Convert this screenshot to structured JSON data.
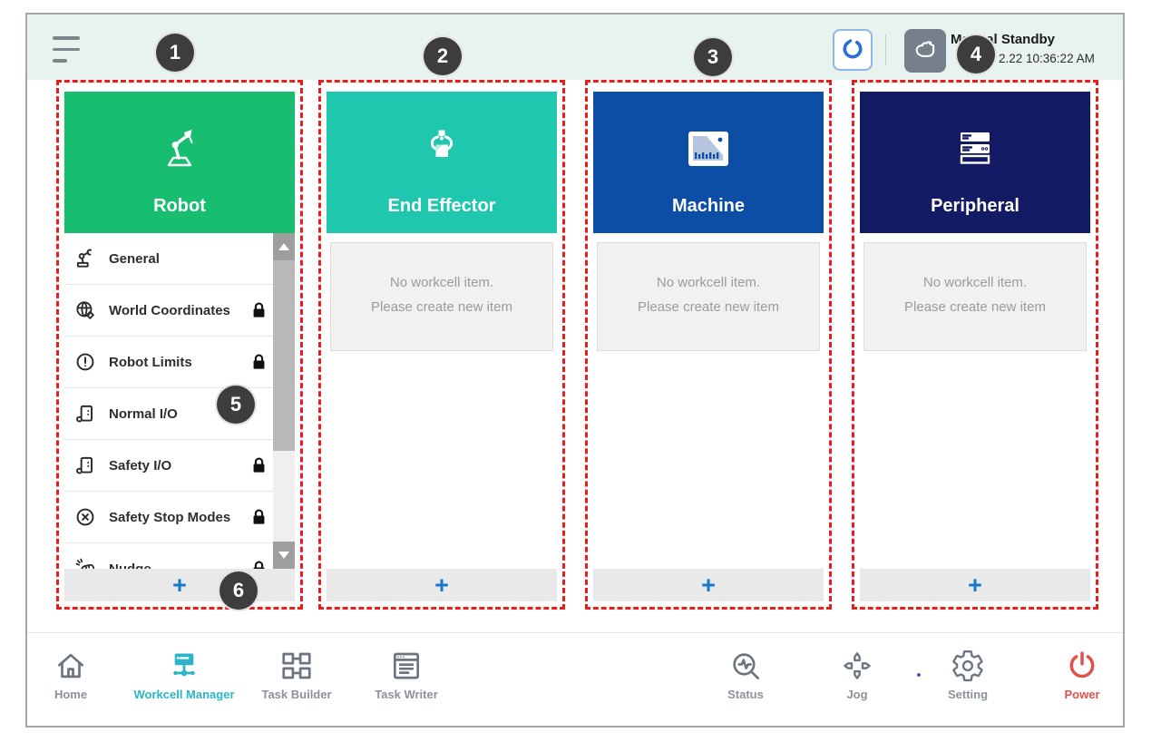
{
  "topbar": {
    "status_title": "Manual Standby",
    "status_time": "2.22 10:36:22 AM",
    "icons": {
      "menu": "hamburger-icon",
      "robot_mode": "robot-joint-icon",
      "hand_mode": "hand-gesture-icon"
    }
  },
  "callouts": [
    "1",
    "2",
    "3",
    "4",
    "5",
    "6"
  ],
  "columns": [
    {
      "title": "Robot",
      "color": "#17be70",
      "icon": "robot-arm-icon"
    },
    {
      "title": "End Effector",
      "color": "#20c7af",
      "icon": "gripper-icon"
    },
    {
      "title": "Machine",
      "color": "#0c4da6",
      "icon": "machine-icon"
    },
    {
      "title": "Peripheral",
      "color": "#141b65",
      "icon": "server-rack-icon"
    }
  ],
  "robot_list": {
    "items": [
      {
        "label": "General",
        "locked": false,
        "icon": "robot-arm-icon"
      },
      {
        "label": "World Coordinates",
        "locked": true,
        "icon": "globe-icon"
      },
      {
        "label": "Robot Limits",
        "locked": true,
        "icon": "alert-circle-icon"
      },
      {
        "label": "Normal I/O",
        "locked": false,
        "icon": "io-card-icon"
      },
      {
        "label": "Safety I/O",
        "locked": true,
        "icon": "io-card-icon"
      },
      {
        "label": "Safety Stop Modes",
        "locked": true,
        "icon": "x-circle-icon"
      },
      {
        "label": "Nudge",
        "locked": true,
        "icon": "hand-knock-icon"
      }
    ]
  },
  "empty_state": {
    "line1": "No workcell item.",
    "line2": "Please create new item"
  },
  "footer": {
    "add_label": "+"
  },
  "nav": {
    "items": [
      {
        "label": "Home",
        "active": false
      },
      {
        "label": "Workcell Manager",
        "active": true
      },
      {
        "label": "Task Builder",
        "active": false
      },
      {
        "label": "Task Writer",
        "active": false
      },
      {
        "label": "Status",
        "active": false
      },
      {
        "label": "Jog",
        "active": false
      },
      {
        "label": "Setting",
        "active": false
      },
      {
        "label": "Power",
        "active": false
      }
    ]
  },
  "colors": {
    "robot_green": "#17be70",
    "effector_teal": "#20c7af",
    "machine_blue": "#0c4da6",
    "peripheral_navy": "#141b65",
    "nav_active_teal": "#2ab5c9",
    "power_red": "#e2504a",
    "callout_dashed_red": "#ea1d1c",
    "add_plus_blue": "#1778d0"
  }
}
